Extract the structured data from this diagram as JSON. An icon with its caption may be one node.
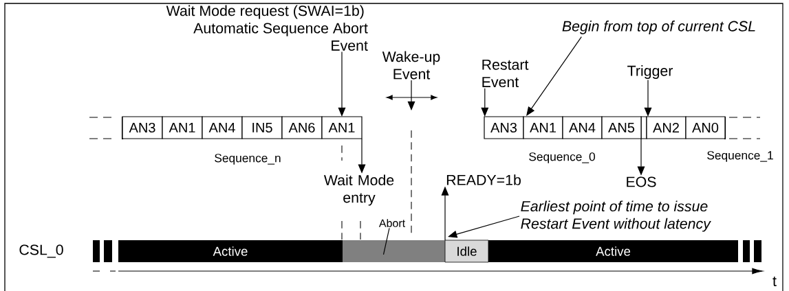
{
  "diagram": {
    "nodes": [
      {
        "text": [
          "Wait Mode request (SWAI=1b)",
          "Automatic Sequence Abort Event"
        ]
      },
      {
        "text": [
          "Begin from top of current CSL"
        ]
      },
      {
        "text": [
          "Wake-up Event"
        ]
      },
      {
        "text": [
          "Restart Event"
        ]
      },
      {
        "text": [
          "Trigger"
        ]
      },
      {
        "text": [
          "AN3"
        ]
      },
      {
        "text": [
          "AN1"
        ]
      },
      {
        "text": [
          "AN4"
        ]
      },
      {
        "text": [
          "IN5"
        ]
      },
      {
        "text": [
          "AN6"
        ]
      },
      {
        "text": [
          "AN1"
        ]
      },
      {
        "text": [
          "AN3"
        ]
      },
      {
        "text": [
          "AN1"
        ]
      },
      {
        "text": [
          "AN4"
        ]
      },
      {
        "text": [
          "AN5"
        ]
      },
      {
        "text": [
          "AN2"
        ]
      },
      {
        "text": [
          "AN0"
        ]
      },
      {
        "text": [
          "Wait Mode entry"
        ]
      },
      {
        "text": [
          "READY=1b"
        ]
      },
      {
        "text": [
          "EOS"
        ]
      },
      {
        "text": [
          "Earliest point of time to issue Restart Event without latency"
        ]
      },
      {
        "text": [
          "Abort"
        ]
      },
      {
        "text": [
          "Active"
        ]
      },
      {
        "text": [],
        "shape": "bar"
      },
      {
        "text": [
          "Idle"
        ]
      },
      {
        "text": [
          "Active"
        ]
      }
    ],
    "edges": [
      {
        "from": 0,
        "to": 10,
        "arrow": "to"
      },
      {
        "from": 2,
        "to": null,
        "arrow": "to"
      },
      {
        "from": 3,
        "to": 11,
        "arrow": "to"
      },
      {
        "from": 1,
        "to": 12,
        "arrow": "to"
      },
      {
        "from": 4,
        "to": 15,
        "arrow": "to"
      },
      {
        "from": 10,
        "to": 17,
        "arrow": "to"
      },
      {
        "from": 14,
        "to": 19,
        "arrow": "to"
      },
      {
        "from": 24,
        "to": 18,
        "arrow": "to"
      },
      {
        "from": 20,
        "to": 24,
        "arrow": "to"
      },
      {
        "from": 21,
        "to": 23,
        "arrow": "none"
      }
    ],
    "labels": [
      "Sequence_n",
      "Sequence_0",
      "Sequence_1",
      "CSL_0",
      "t"
    ]
  }
}
